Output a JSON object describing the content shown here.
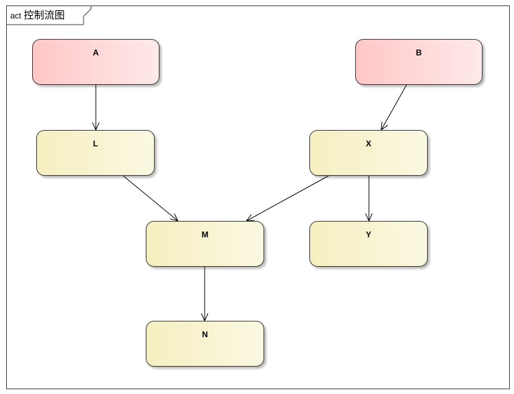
{
  "frame": {
    "keyword": "act",
    "name": "控制流图"
  },
  "nodes": {
    "A": {
      "label": "A",
      "kind": "initial"
    },
    "B": {
      "label": "B",
      "kind": "initial"
    },
    "L": {
      "label": "L",
      "kind": "action"
    },
    "X": {
      "label": "X",
      "kind": "action"
    },
    "M": {
      "label": "M",
      "kind": "action"
    },
    "Y": {
      "label": "Y",
      "kind": "action"
    },
    "N": {
      "label": "N",
      "kind": "action"
    }
  },
  "edges": [
    {
      "from": "A",
      "to": "L"
    },
    {
      "from": "B",
      "to": "X"
    },
    {
      "from": "L",
      "to": "M"
    },
    {
      "from": "X",
      "to": "M"
    },
    {
      "from": "X",
      "to": "Y"
    },
    {
      "from": "M",
      "to": "N"
    }
  ],
  "colors": {
    "initial_fill": "#ffc7c7",
    "action_fill": "#f5efc0",
    "border": "#3a3a3a",
    "edge": "#000000"
  }
}
